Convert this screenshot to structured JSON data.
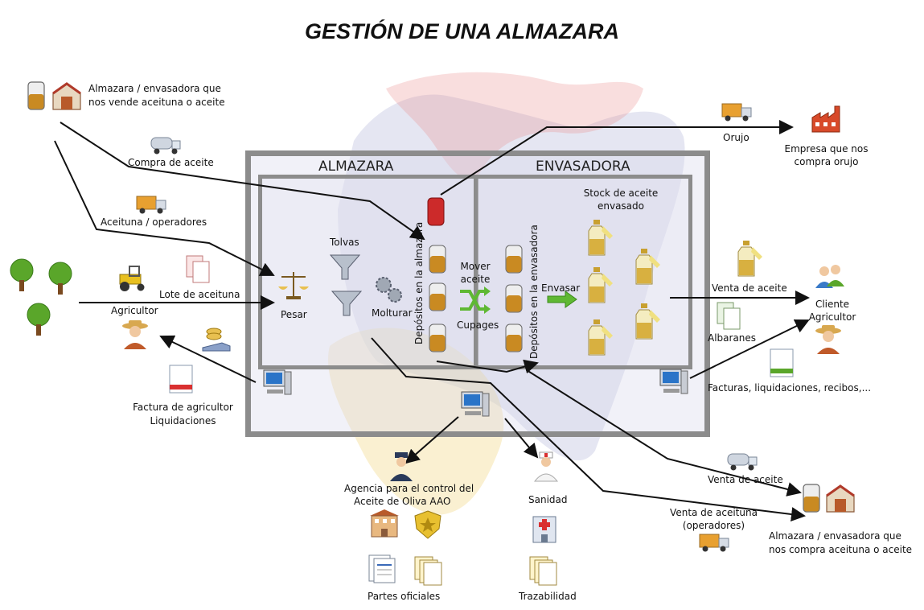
{
  "title": "GESTIÓN DE UNA ALMAZARA",
  "sections": {
    "almazara": "ALMAZARA",
    "envasadora": "ENVASADORA"
  },
  "labels": {
    "proveedor_line1": "Almazara / envasadora que",
    "proveedor_line2": "nos vende aceituna o aceite",
    "compra_aceite": "Compra de aceite",
    "aceituna_operadores": "Aceituna / operadores",
    "lote_aceituna": "Lote de aceituna",
    "agricultor": "Agricultor",
    "factura_line1": "Factura de agricultor",
    "factura_line2": "Liquidaciones",
    "pesar": "Pesar",
    "tolvas": "Tolvas",
    "molturar": "Molturar",
    "depositos_almazara": "Depósitos en la almazara",
    "mover_line1": "Mover",
    "mover_line2": "aceite",
    "cupages": "Cupages",
    "depositos_envasadora": "Depósitos en la envasadora",
    "envasar": "Envasar",
    "stock_line1": "Stock de aceite",
    "stock_line2": "envasado",
    "orujo": "Orujo",
    "empresa_line1": "Empresa que nos",
    "empresa_line2": "compra orujo",
    "venta_aceite_cliente": "Venta de aceite",
    "cliente_line1": "Cliente",
    "cliente_line2": "Agricultor",
    "albaranes": "Albaranes",
    "facturas": "Facturas, liquidaciones, recibos,...",
    "venta_aceite": "Venta de aceite",
    "venta_aceituna_line1": "Venta de aceituna",
    "venta_aceituna_line2": "(operadores)",
    "comprador_line1": "Almazara / envasadora que",
    "comprador_line2": "nos compra aceituna o aceite",
    "agencia_line1": "Agencia para el control del",
    "agencia_line2": "Aceite de Oliva AAO",
    "partes_oficiales": "Partes oficiales",
    "sanidad": "Sanidad",
    "trazabilidad": "Trazabilidad"
  },
  "icons": {
    "olive_tree": "olive-tree-icon",
    "tank": "oil-tank-icon",
    "warehouse": "warehouse-icon",
    "truck": "truck-icon",
    "tanker": "tanker-truck-icon",
    "tractor": "tractor-icon",
    "farmer": "farmer-icon",
    "documents": "documents-icon",
    "coins": "coins-hand-icon",
    "computer": "computer-icon",
    "scale": "scale-icon",
    "funnel": "funnel-icon",
    "gears": "gears-icon",
    "shuffle": "shuffle-icon",
    "arrow": "arrow-right-icon",
    "bottle": "oil-bottle-icon",
    "factory": "factory-icon",
    "client": "client-people-icon",
    "police": "police-officer-icon",
    "building": "office-building-icon",
    "badge": "police-badge-icon",
    "nurse": "nurse-icon",
    "hospital": "hospital-icon",
    "forms": "forms-icon"
  },
  "colors": {
    "box_border": "#8c8c8c",
    "oil": "#c98a22",
    "red_tank": "#cc2a2a",
    "olive_green": "#5aa62a",
    "arrow_green": "#5fb833",
    "truck_orange": "#e8a030",
    "blue_shadow": "#8a8fc4",
    "red_shadow": "#e88a8a",
    "yellow_shadow": "#f1d47a"
  }
}
